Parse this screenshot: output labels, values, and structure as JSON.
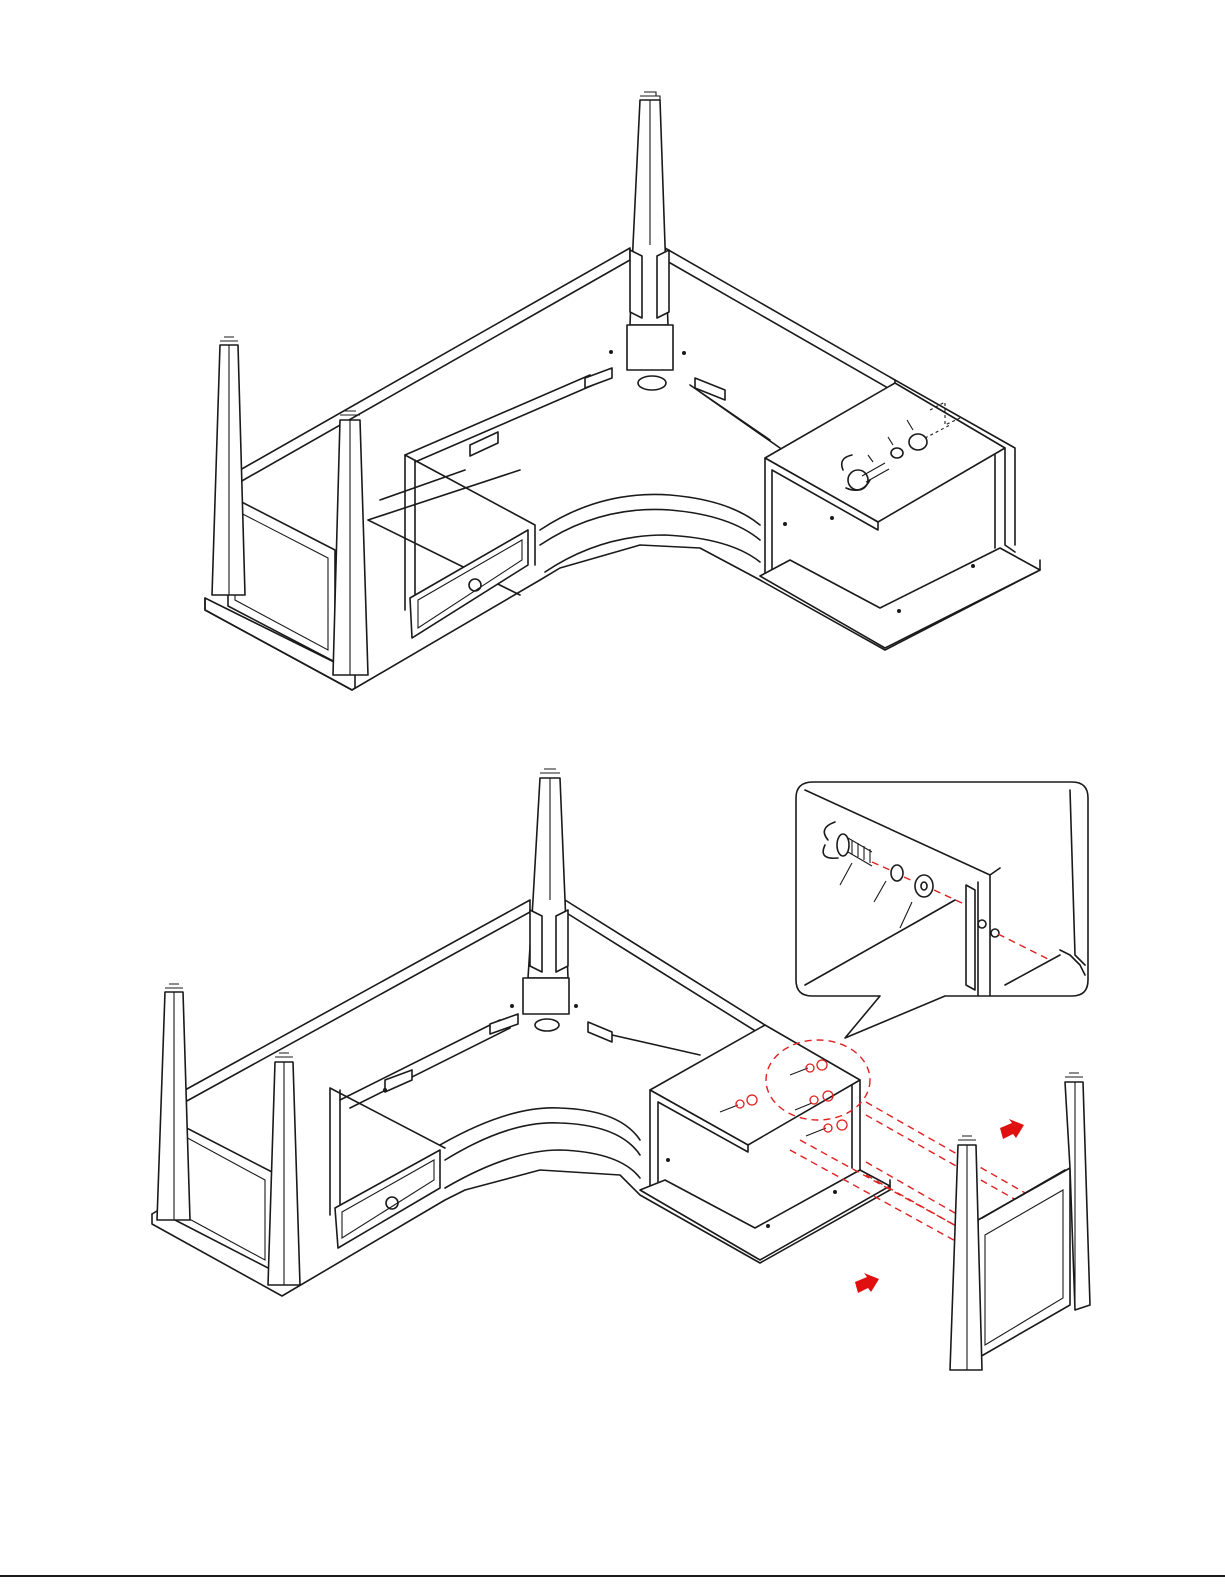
{
  "figures": [
    {
      "id": "step-a",
      "description_visible": false,
      "parts": [
        "desk-frame",
        "corner-leg",
        "left-legs",
        "drawer",
        "right-cabinet",
        "bolt",
        "spring-washer",
        "flat-washer"
      ]
    },
    {
      "id": "step-b",
      "parts": [
        "desk-frame",
        "corner-leg",
        "left-legs",
        "drawer",
        "right-cabinet",
        "detached-leg-panel",
        "detail-callout",
        "assembly-arrows"
      ]
    }
  ],
  "colors": {
    "line": "#1a1a1a",
    "accent": "#e02020",
    "background": "#ffffff"
  },
  "icons": [
    "rotate-arrow-icon",
    "push-arrow-icon"
  ]
}
